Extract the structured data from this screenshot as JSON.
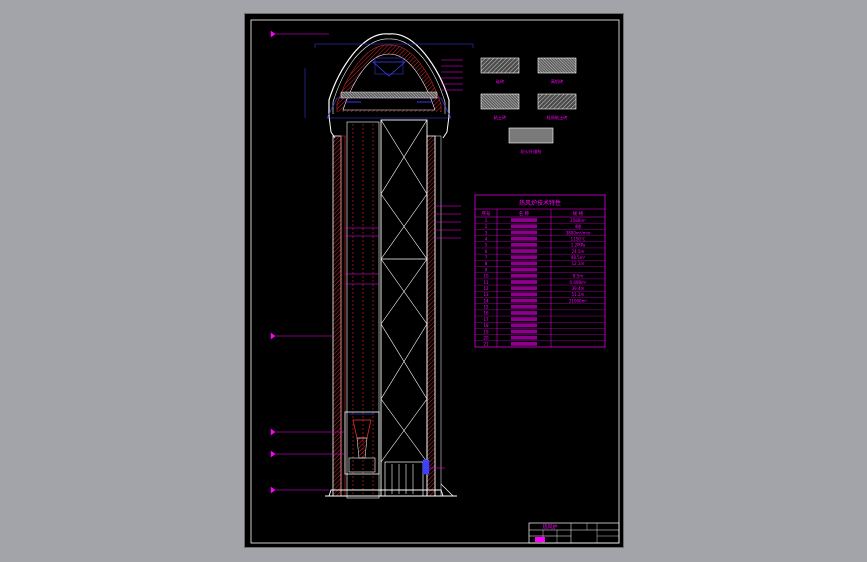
{
  "drawing": {
    "table_title": "热风炉技术特性",
    "table_headers": [
      "序号",
      "名  称",
      "规  格"
    ],
    "table_rows": [
      [
        "1",
        "",
        "2580m³"
      ],
      [
        "2",
        "",
        "4座"
      ],
      [
        "3",
        "",
        "3800m³/min"
      ],
      [
        "4",
        "",
        "1150℃"
      ],
      [
        "5",
        "",
        "1.2MPa"
      ],
      [
        "6",
        "",
        "24.5m"
      ],
      [
        "7",
        "",
        "48.5m²"
      ],
      [
        "8",
        "",
        "12.1m"
      ],
      [
        "9",
        "",
        ""
      ],
      [
        "10",
        "",
        "8.5m"
      ],
      [
        "11",
        "",
        "0.408m²"
      ],
      [
        "12",
        "",
        "39.4m"
      ],
      [
        "13",
        "",
        "51.2m"
      ],
      [
        "14",
        "",
        "21000m²"
      ],
      [
        "15",
        "",
        ""
      ],
      [
        "16",
        "",
        ""
      ],
      [
        "17",
        "",
        ""
      ],
      [
        "18",
        "",
        ""
      ],
      [
        "19",
        "",
        ""
      ],
      [
        "20",
        "",
        ""
      ],
      [
        "21",
        "",
        ""
      ]
    ],
    "legend_items": [
      {
        "label": "硅砖"
      },
      {
        "label": "高铝砖"
      },
      {
        "label": "粘土砖"
      },
      {
        "label": "轻质粘土砖"
      },
      {
        "label": "耐火纤维毡"
      }
    ],
    "title_block": {
      "name": "热风炉"
    },
    "colors": {
      "paper": "#000000",
      "frame": "#ffffff",
      "annotation": "#ff00ff",
      "structure": "#ffffff",
      "hatch_red": "#ff3030",
      "dimension_blue": "#4040ff",
      "background": "#a3a4a9"
    }
  }
}
